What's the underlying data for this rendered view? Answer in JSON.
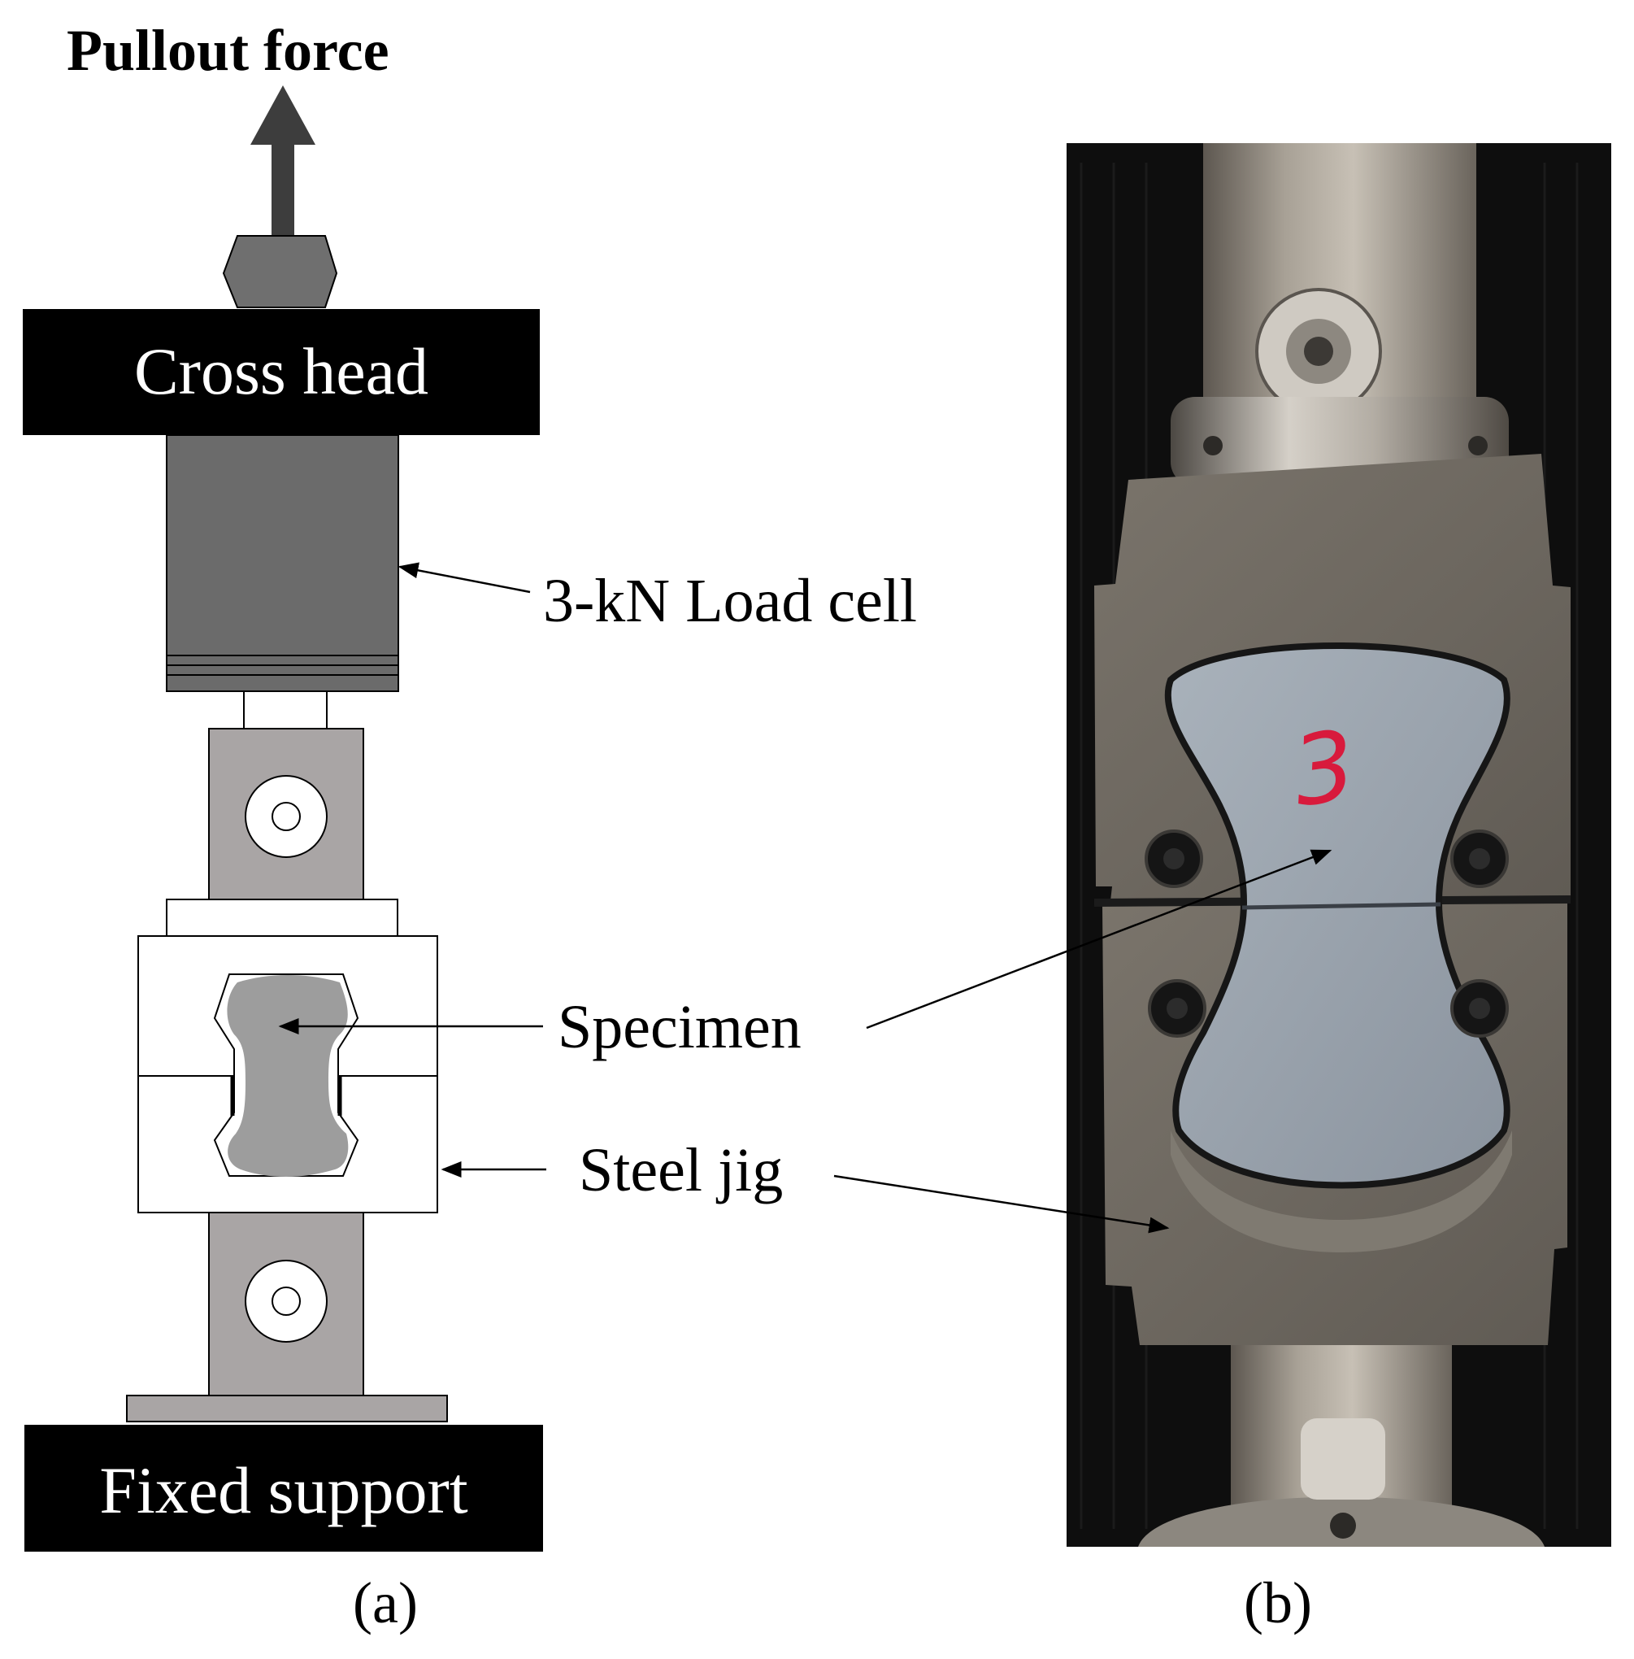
{
  "diagram": {
    "title_arrow_label": "Pullout force",
    "cross_head_label": "Cross head",
    "load_cell_label": "3-kN Load cell",
    "specimen_label": "Specimen",
    "steel_jig_label": "Steel jig",
    "fixed_support_label": "Fixed support",
    "panel_a_label": "(a)",
    "panel_b_label": "(b)"
  },
  "photo": {
    "specimen_marking": "3"
  },
  "colors": {
    "black_block": "#000000",
    "load_cell_gray": "#6b6b6b",
    "clevis_gray": "#a9a5a5",
    "specimen_gray": "#9d9d9d",
    "photo_background": "#0e0e0e",
    "photo_steel": "#6f6a62",
    "photo_specimen": "#9aa2ab",
    "marking_red": "#d81a3c"
  }
}
